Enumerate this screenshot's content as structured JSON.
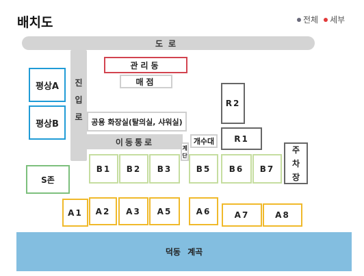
{
  "header": {
    "title": "배치도",
    "legend": [
      {
        "label": "전체",
        "color": "#6b6b7b"
      },
      {
        "label": "세부",
        "color": "#e23a3a"
      }
    ]
  },
  "roads": {
    "top": "도로",
    "entry": [
      "진",
      "입",
      "로"
    ],
    "move": "이동통로"
  },
  "facilities": {
    "office": "관리동",
    "shop": "매점",
    "toilet": "공용 화장실(탈의실, 샤워실)",
    "stairs": [
      "계",
      "단"
    ],
    "sink": "개수대",
    "parking": [
      "주",
      "차",
      "장"
    ]
  },
  "zones": {
    "pyeongsang": [
      "평상A",
      "평상B"
    ],
    "szone": "S존",
    "r": [
      "R2",
      "R1"
    ],
    "b": [
      "B1",
      "B2",
      "B3",
      "B5",
      "B6",
      "B7"
    ],
    "a": [
      "A1",
      "A2",
      "A3",
      "A5",
      "A6",
      "A7",
      "A8"
    ]
  },
  "stream": "덕동 계곡",
  "colors": {
    "blue": "#1f9bd6",
    "green": "#7cbf7c",
    "light_green": "#c5dd9f",
    "yellow": "#f0b92a",
    "red": "#d2434f",
    "gray": "#666666",
    "road": "#d4d4d4",
    "stream": "#83bee0"
  }
}
